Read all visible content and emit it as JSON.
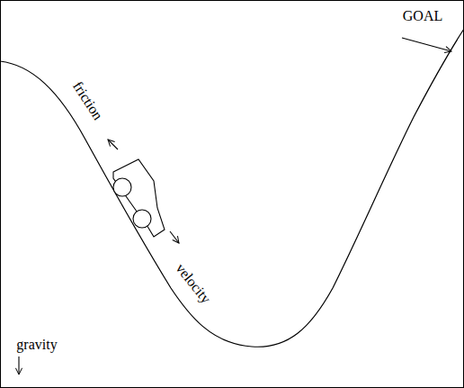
{
  "diagram": {
    "labels": [
      "GOAL",
      "friction",
      "velocity",
      "gravity"
    ]
  }
}
